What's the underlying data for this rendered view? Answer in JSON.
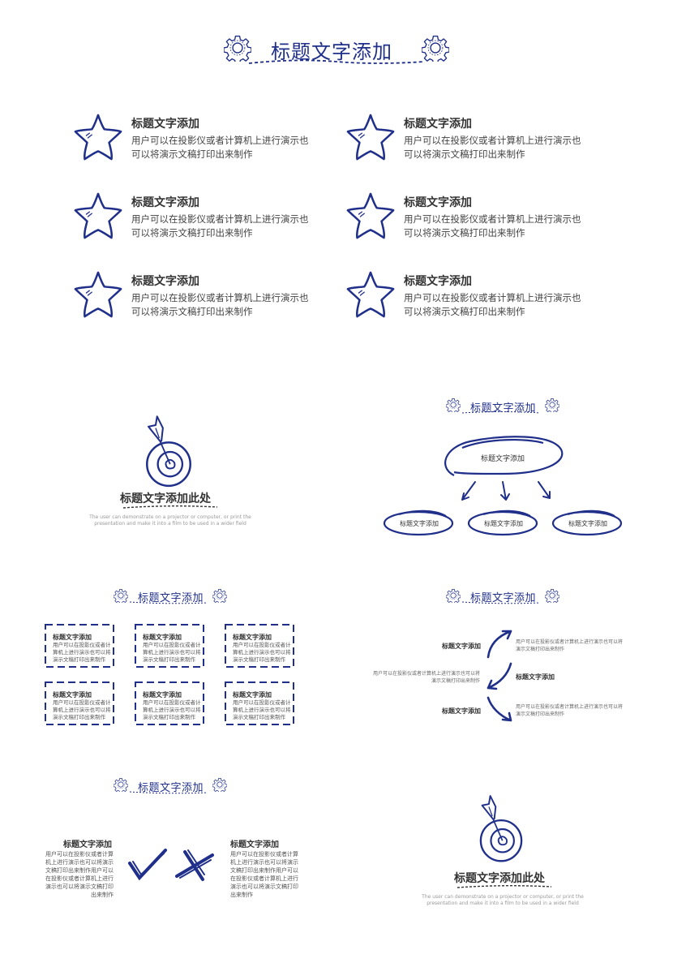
{
  "colors": {
    "accent": "#1f2f8a",
    "text": "#333333",
    "muted": "#999999"
  },
  "header": {
    "title": "标题文字添加",
    "icons": [
      "gear-icon",
      "gear-icon"
    ]
  },
  "star_grid": {
    "items": [
      {
        "title": "标题文字添加",
        "desc_line1": "用户可以在投影仪或者计算机上进行演示也",
        "desc_line2": "可以将演示文稿打印出来制作"
      },
      {
        "title": "标题文字添加",
        "desc_line1": "用户可以在投影仪或者计算机上进行演示也",
        "desc_line2": "可以将演示文稿打印出来制作"
      },
      {
        "title": "标题文字添加",
        "desc_line1": "用户可以在投影仪或者计算机上进行演示也",
        "desc_line2": "可以将演示文稿打印出来制作"
      },
      {
        "title": "标题文字添加",
        "desc_line1": "用户可以在投影仪或者计算机上进行演示也",
        "desc_line2": "可以将演示文稿打印出来制作"
      },
      {
        "title": "标题文字添加",
        "desc_line1": "用户可以在投影仪或者计算机上进行演示也",
        "desc_line2": "可以将演示文稿打印出来制作"
      },
      {
        "title": "标题文字添加",
        "desc_line1": "用户可以在投影仪或者计算机上进行演示也",
        "desc_line2": "可以将演示文稿打印出来制作"
      }
    ]
  },
  "target_block_1": {
    "title": "标题文字添加此处",
    "caption_line1": "The user can demonstrate on a projector or computer, or print the",
    "caption_line2": "presentation and make it into a film to be used in a wider field"
  },
  "tree_block": {
    "section_title": "标题文字添加",
    "root": "标题文字添加",
    "children": [
      "标题文字添加",
      "标题文字添加",
      "标题文字添加"
    ]
  },
  "box_block": {
    "section_title": "标题文字添加",
    "boxes": [
      {
        "title": "标题文字添加",
        "l1": "用户可以在投影仪或者计",
        "l2": "算机上进行演示也可以将",
        "l3": "演示文稿打印出来制作"
      },
      {
        "title": "标题文字添加",
        "l1": "用户可以在投影仪或者计",
        "l2": "算机上进行演示也可以将",
        "l3": "演示文稿打印出来制作"
      },
      {
        "title": "标题文字添加",
        "l1": "用户可以在投影仪或者计",
        "l2": "算机上进行演示也可以将",
        "l3": "演示文稿打印出来制作"
      },
      {
        "title": "标题文字添加",
        "l1": "用户可以在投影仪或者计",
        "l2": "算机上进行演示也可以将",
        "l3": "演示文稿打印出来制作"
      },
      {
        "title": "标题文字添加",
        "l1": "用户可以在投影仪或者计",
        "l2": "算机上进行演示也可以将",
        "l3": "演示文稿打印出来制作"
      },
      {
        "title": "标题文字添加",
        "l1": "用户可以在投影仪或者计",
        "l2": "算机上进行演示也可以将",
        "l3": "演示文稿打印出来制作"
      }
    ]
  },
  "arrow_block": {
    "section_title": "标题文字添加",
    "rows": [
      {
        "title": "标题文字添加",
        "l1": "用户可以在投影仪或者计算机上进行演示也可以将",
        "l2": "演示文稿打印出来制作"
      },
      {
        "title": "标题文字添加",
        "l1": "用户可以在投影仪或者计算机上进行演示也可以将",
        "l2": "演示文稿打印出来制作"
      },
      {
        "title": "标题文字添加",
        "l1": "用户可以在投影仪或者计算机上进行演示也可以将",
        "l2": "演示文稿打印出来制作"
      }
    ]
  },
  "check_block": {
    "section_title": "标题文字添加",
    "left": {
      "title": "标题文字添加",
      "lines": [
        "用户可以在投影仪或者计算",
        "机上进行演示也可以将演示",
        "文稿打印出来制作用户可以",
        "在投影仪或者计算机上进行",
        "演示也可以将演示文稿打印",
        "出来制作"
      ]
    },
    "right": {
      "title": "标题文字添加",
      "lines": [
        "用户可以在投影仪或者计算",
        "机上进行演示也可以将演示",
        "文稿打印出来制作用户可以",
        "在投影仪或者计算机上进行",
        "演示也可以将演示文稿打印",
        "出来制作"
      ]
    }
  },
  "target_block_2": {
    "title": "标题文字添加此处",
    "caption_line1": "The user can demonstrate on a projector or computer, or print the",
    "caption_line2": "presentation and make it into a film to be used in a wider field"
  }
}
